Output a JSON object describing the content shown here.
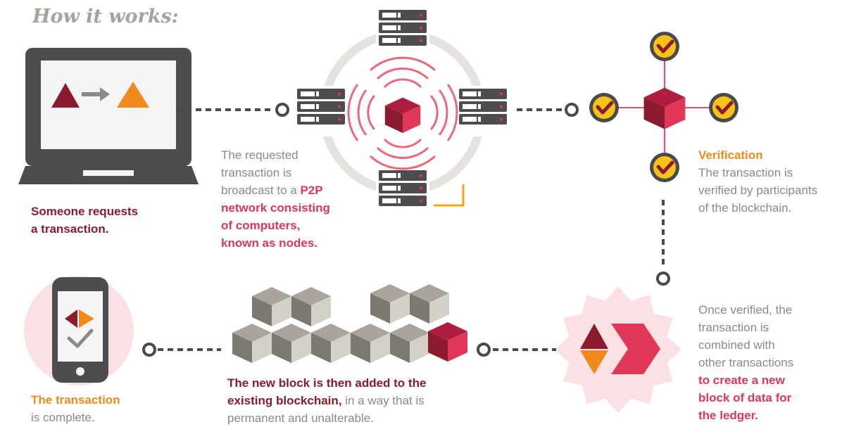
{
  "title": "How it works:",
  "step1": {
    "line1": "Someone requests",
    "line2": "a transaction."
  },
  "step2": {
    "line1": "The requested",
    "line2": "transaction is",
    "line3_plain": "broadcast to a ",
    "line3_bold": "P2P",
    "line4": "network consisting",
    "line5": "of computers,",
    "line6": "known as nodes."
  },
  "step3": {
    "heading": "Verification",
    "line1": "The transaction is",
    "line2": "verified by participants",
    "line3": "of the blockchain."
  },
  "step4": {
    "line1": "Once verified, the",
    "line2": "transaction is",
    "line3": "combined with",
    "line4": "other transactions",
    "line5": "to create a new",
    "line6": "block of data for",
    "line7": "the ledger."
  },
  "step5": {
    "bold1": "The new block is then added to the",
    "bold2": "existing blockchain,",
    "plain2": " in a way that is",
    "plain3": "permanent and unalterable."
  },
  "step6": {
    "heading": "The transaction",
    "line1": "is complete."
  },
  "colors": {
    "dark_red": "#8b1a2f",
    "pink": "#e0365a",
    "orange": "#f08a1c",
    "yellow": "#f7c218",
    "grey": "#8a8a8a",
    "dark_grey": "#4a4a4a"
  },
  "icons": [
    "laptop-icon",
    "server-icon",
    "cube-icon",
    "checkmark-icon",
    "smartphone-icon",
    "blockchain-icon",
    "new-block-icon"
  ]
}
